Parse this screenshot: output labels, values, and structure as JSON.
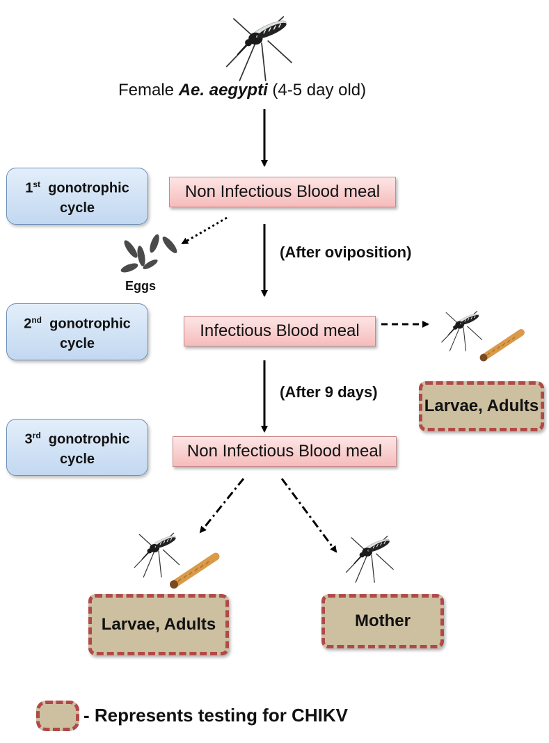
{
  "header": {
    "subject_prefix": "Female ",
    "subject_species": "Ae. aegypti",
    "subject_suffix": " (4-5 day old)"
  },
  "cycles": [
    {
      "ordinal": "1",
      "suffix": "st",
      "word": "gonotrophic",
      "line2": "cycle"
    },
    {
      "ordinal": "2",
      "suffix": "nd",
      "word": "gonotrophic",
      "line2": "cycle"
    },
    {
      "ordinal": "3",
      "suffix": "rd",
      "word": "gonotrophic",
      "line2": "cycle"
    }
  ],
  "meals": [
    "Non Infectious Blood meal",
    "Infectious Blood meal",
    "Non Infectious Blood meal"
  ],
  "notes": {
    "after_oviposition": "(After oviposition)",
    "after_9_days": "(After 9 days)",
    "eggs": "Eggs"
  },
  "tests": {
    "second_cycle": "Larvae, Adults",
    "third_cycle_offspring": "Larvae, Adults",
    "third_cycle_mother": "Mother"
  },
  "legend": {
    "text": "- Represents testing for CHIKV"
  },
  "colors": {
    "cycle_box": "#c2d8f1",
    "meal_box": "#f6bcbc",
    "test_box": "#cdc0a0",
    "test_border": "#b0494a"
  },
  "icons": [
    "mosquito-icon",
    "eggs-icon",
    "larva-icon"
  ]
}
